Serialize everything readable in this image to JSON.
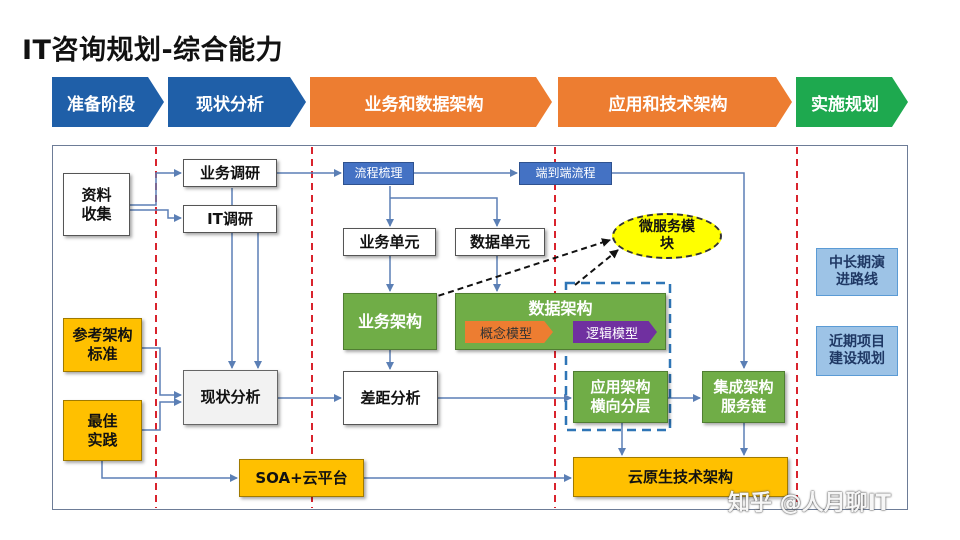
{
  "title": "IT咨询规划-综合能力",
  "phases": [
    {
      "label": "准备阶段",
      "color": "#1f5fa8"
    },
    {
      "label": "现状分析",
      "color": "#1f5fa8"
    },
    {
      "label": "业务和数据架构",
      "color": "#ed7d31"
    },
    {
      "label": "应用和技术架构",
      "color": "#ed7d31"
    },
    {
      "label": "实施规划",
      "color": "#1ea94f"
    }
  ],
  "nodes": {
    "data_collection": "资料\n收集",
    "ref_arch": "参考架构\n标准",
    "best_practice": "最佳\n实践",
    "biz_research": "业务调研",
    "it_research": "IT调研",
    "status_analysis": "现状分析",
    "process_sort": "流程梳理",
    "e2e_process": "端到端流程",
    "biz_unit": "业务单元",
    "data_unit": "数据单元",
    "microservice": "微服务模\n块",
    "biz_arch": "业务架构",
    "data_arch": "数据架构",
    "concept_model": "概念模型",
    "logic_model": "逻辑模型",
    "gap_analysis": "差距分析",
    "app_arch": "应用架构\n横向分层",
    "integration_arch": "集成架构\n服务链",
    "soa_cloud": "SOA+云平台",
    "cloud_native": "云原生技术架构",
    "roadmap": "中长期演\n进路线",
    "near_projects": "近期项目\n建设规划"
  },
  "watermark": "知乎 @人月聊IT",
  "colors": {
    "accent_blue": "#1f5fa8",
    "orange": "#ed7d31",
    "green": "#70ad47",
    "yellow": "#ffc000",
    "divider_red": "#d9232d"
  }
}
